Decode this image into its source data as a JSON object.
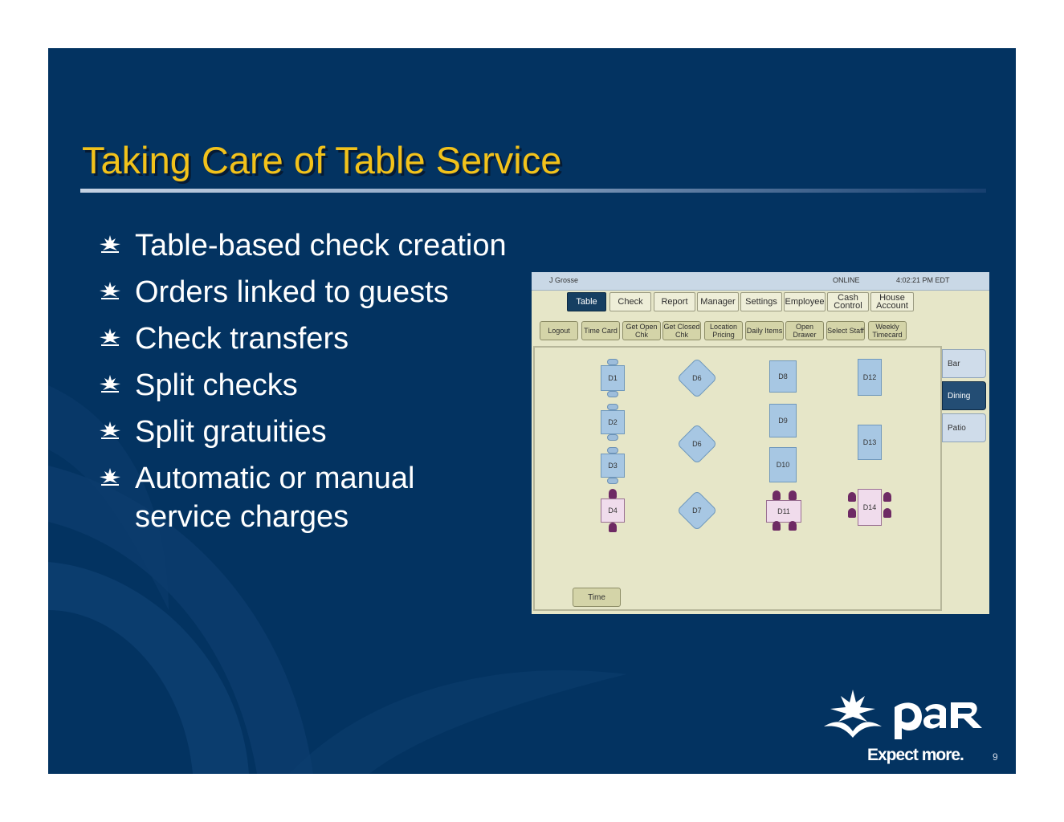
{
  "slide": {
    "title": "Taking Care of Table Service",
    "bullets": [
      "Table-based check creation",
      "Orders linked to guests",
      "Check transfers",
      "Split checks",
      "Split gratuities",
      "Automatic or manual service charges"
    ],
    "tagline": "Expect more.",
    "page_number": "9",
    "logo_icon": "par-leaf-logo",
    "bullet_icon": "leaf-bullet-icon",
    "colors": {
      "background": "#033361",
      "title": "#f2c21b",
      "text": "#ffffff"
    }
  },
  "pos": {
    "status": {
      "user": "J Grosse",
      "mode": "ONLINE",
      "time": "4:02:21 PM EDT"
    },
    "tabs": [
      "Table",
      "Check",
      "Report",
      "Manager",
      "Settings",
      "Employee",
      "Cash Control",
      "House Account"
    ],
    "active_tab": "Table",
    "functions": [
      "Logout",
      "Time Card",
      "Get Open Chk",
      "Get Closed Chk",
      "Location Pricing",
      "Daily Items",
      "Open Drawer",
      "Select Staff",
      "Weekly Timecard"
    ],
    "tables": [
      "D1",
      "D2",
      "D3",
      "D4",
      "D6",
      "D6",
      "D7",
      "D8",
      "D9",
      "D10",
      "D11",
      "D12",
      "D13",
      "D14"
    ],
    "rooms": [
      "Bar",
      "Dining",
      "Patio"
    ],
    "active_room": "Dining",
    "time_button": "Time"
  }
}
